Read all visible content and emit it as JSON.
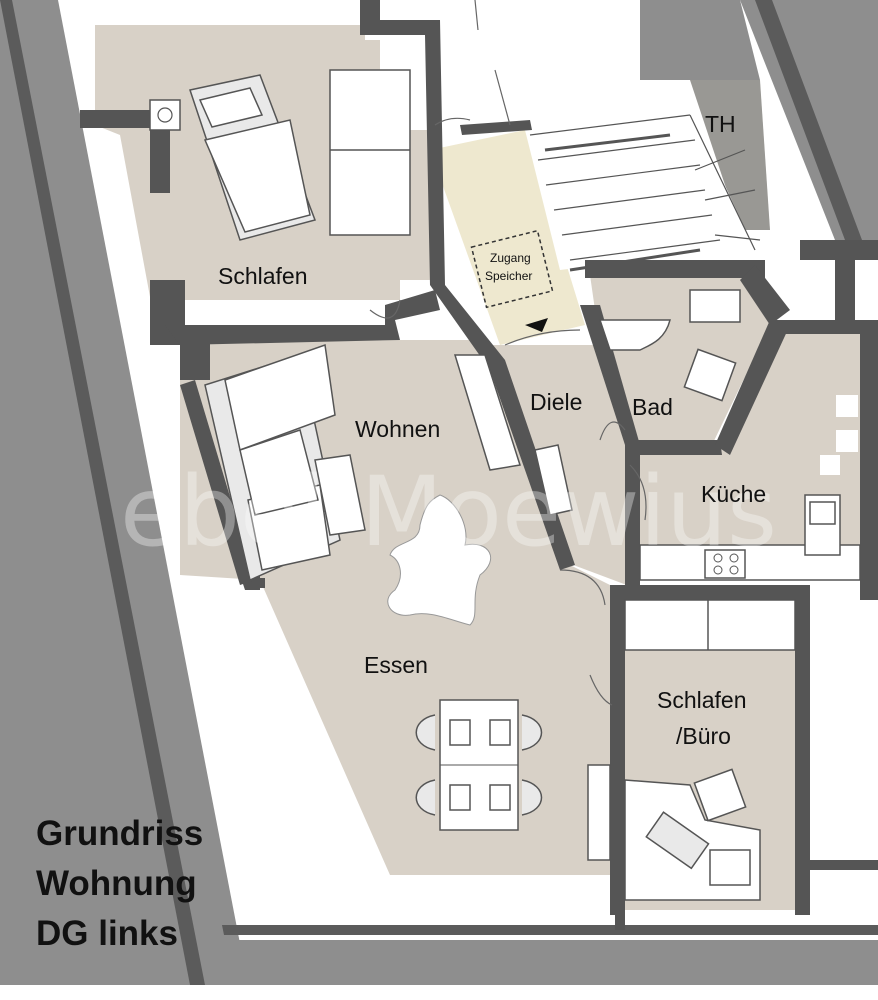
{
  "rooms": {
    "th": "TH",
    "zugang_line1": "Zugang",
    "zugang_line2": "Speicher",
    "schlafen": "Schlafen",
    "wohnen": "Wohnen",
    "diele": "Diele",
    "bad": "Bad",
    "kueche": "Küche",
    "essen": "Essen",
    "buero_line1": "Schlafen",
    "buero_line2": "/Büro"
  },
  "title_lines": [
    "Grundriss",
    "Wohnung",
    "DG links"
  ],
  "watermark": "ebel-Moewius",
  "colors": {
    "floor": "#d8d1c7",
    "wall": "#555555",
    "outer_wall": "#8e8e8e",
    "hatch": "#eee8cf",
    "niche": "#999894"
  }
}
